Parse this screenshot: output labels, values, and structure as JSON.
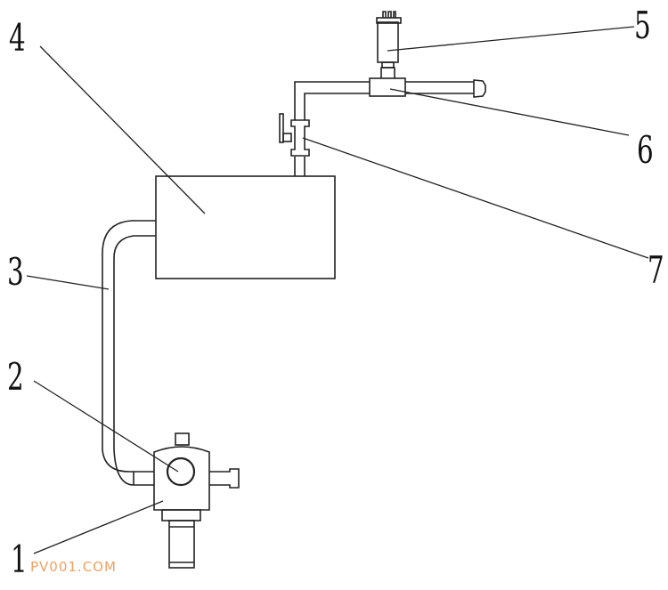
{
  "labels": {
    "l1": "1",
    "l2": "2",
    "l3": "3",
    "l4": "4",
    "l5": "5",
    "l6": "6",
    "l7": "7"
  },
  "watermark": "PV001.COM",
  "colors": {
    "line": "#222222",
    "watermark": "#f0a060"
  }
}
